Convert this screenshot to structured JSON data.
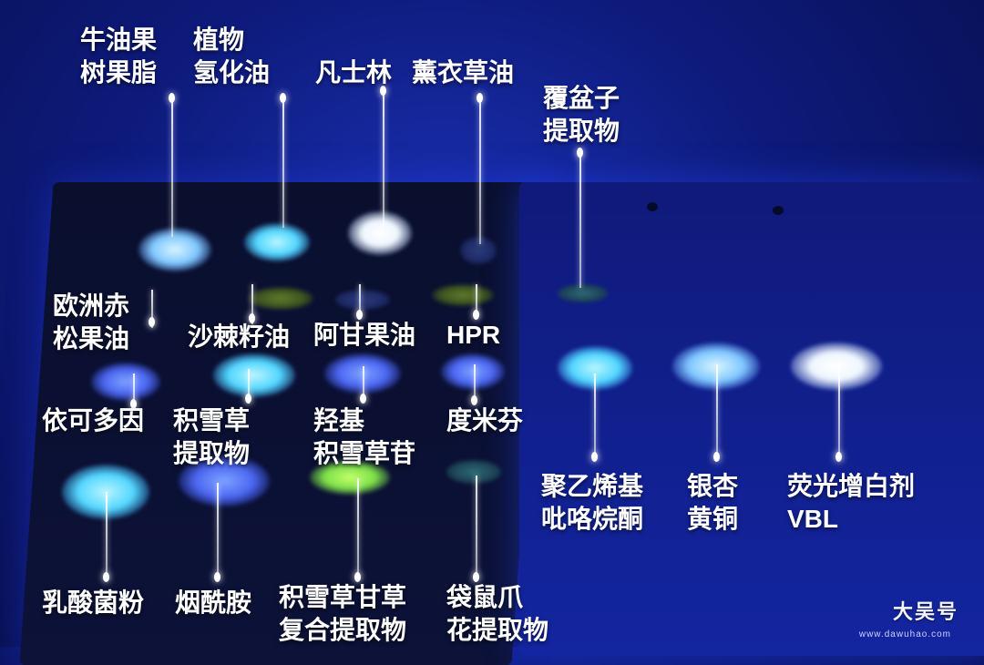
{
  "labels": {
    "niuyouguo": "牛油果\n树果脂",
    "zhiwu": "植物\n氢化油",
    "fanshilin": "凡士林",
    "xunyicao": "薰衣草油",
    "fupenzi": "覆盆子\n提取物",
    "ouzhouchi": "欧洲赤\n松果油",
    "shajizi": "沙棘籽油",
    "aganguo": "阿甘果油",
    "hpr": "HPR",
    "yikeduoyin": "依可多因",
    "jixuecao": "积雪草\n提取物",
    "qiangji": "羟基\n积雪草苷",
    "dumifen": "度米芬",
    "juyixi": "聚乙烯基\n吡咯烷酮",
    "yinxing": "银杏\n黄铜",
    "yingguang": "荧光增白剂\nVBL",
    "rusuanjun": "乳酸菌粉",
    "yanxian": "烟酰胺",
    "jixuecaogancao": "积雪草甘草\n复合提取物",
    "daishuzhua": "袋鼠爪\n花提取物"
  },
  "watermark": {
    "brand": "大吴号",
    "url": "www.dawuhao.com"
  }
}
